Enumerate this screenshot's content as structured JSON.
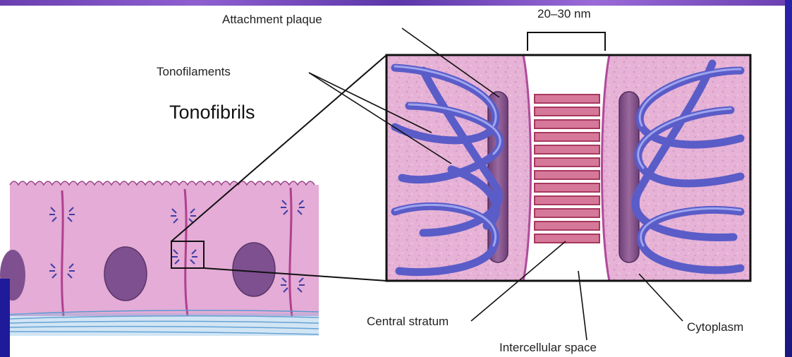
{
  "labels": {
    "attachment_plaque": "Attachment plaque",
    "spacing": "20–30 nm",
    "tonofilaments": "Tonofilaments",
    "tonofibrils": "Tonofibrils",
    "central_stratum": "Central stratum",
    "intercellular_space": "Intercellular space",
    "cytoplasm": "Cytoplasm"
  },
  "colors": {
    "frame_purple": "#7a4cc4",
    "frame_blue": "#2a22a8",
    "cytoplasm_pink": "#e8b6d8",
    "membrane": "#b04a9a",
    "plaque": "#8e5a8e",
    "filament": "#6f72d8",
    "stratum": "#b03060",
    "basal": "#6fa8d8"
  }
}
